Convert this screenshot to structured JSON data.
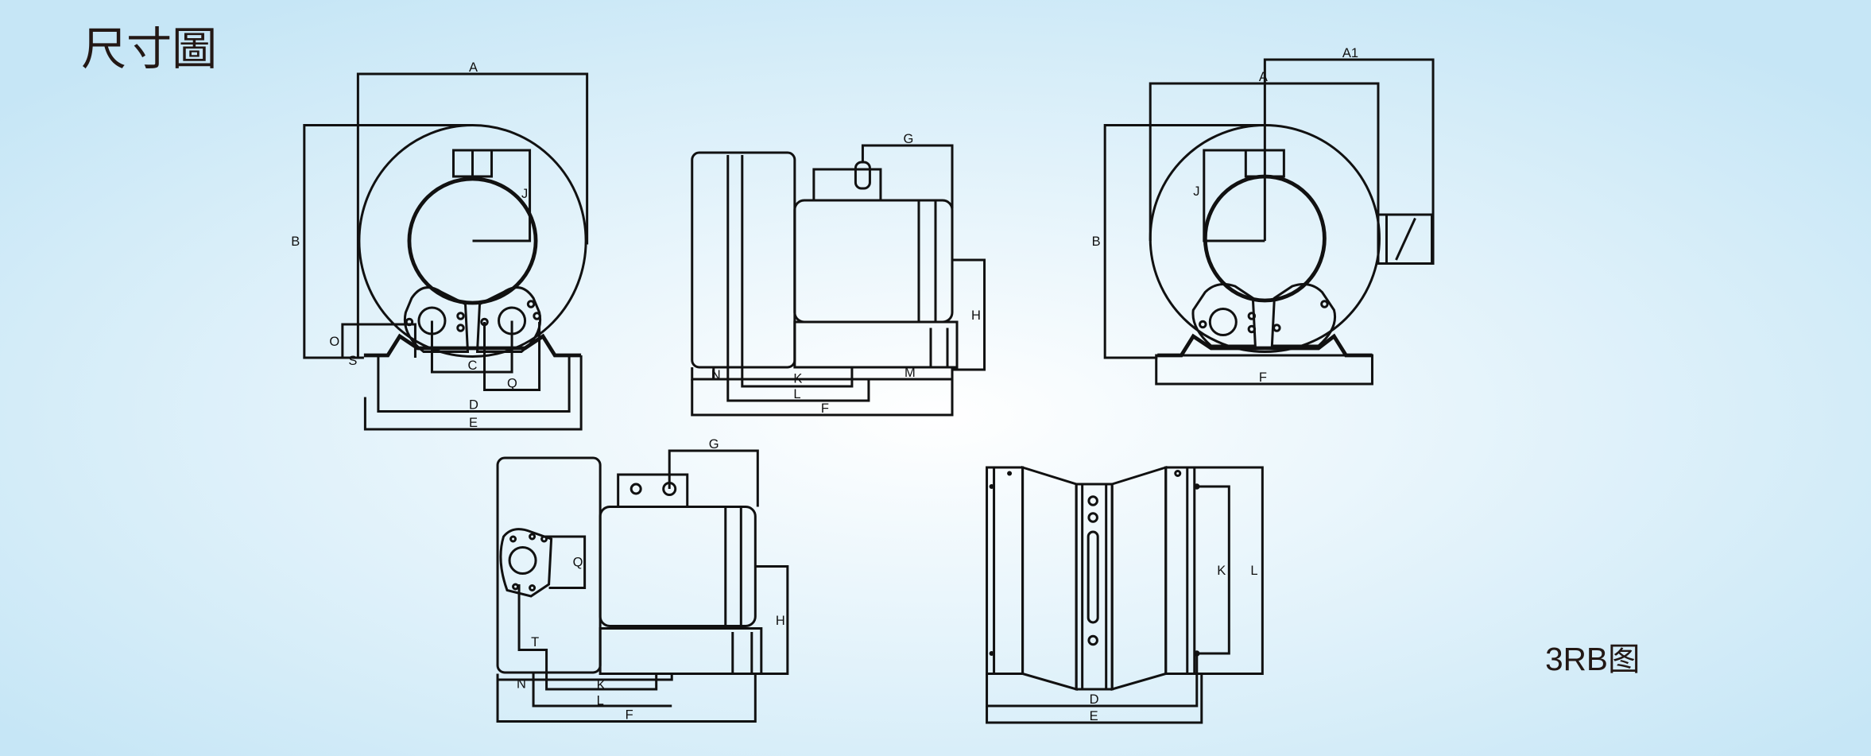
{
  "title": "尺寸圖",
  "caption": "3RB图",
  "colors": {
    "background_center": "#ffffff",
    "background_edge": "#c6e6f6",
    "line": "#111111"
  },
  "views": {
    "front_left": {
      "labels": {
        "A": "A",
        "B": "B",
        "C": "C",
        "D": "D",
        "E": "E",
        "O": "O",
        "Q": "Q",
        "S": "S",
        "J": "J"
      }
    },
    "side_top": {
      "labels": {
        "G": "G",
        "H": "H",
        "K": "K",
        "L": "L",
        "M": "M",
        "N": "N",
        "F": "F"
      }
    },
    "front_right": {
      "labels": {
        "A1": "A1",
        "A": "A",
        "B": "B",
        "J": "J",
        "F": "F"
      }
    },
    "side_bottom": {
      "labels": {
        "G": "G",
        "Q": "Q",
        "H": "H",
        "T": "T",
        "N": "N",
        "K": "K",
        "L": "L",
        "F": "F"
      }
    },
    "base_top": {
      "labels": {
        "D": "D",
        "E": "E",
        "K": "K",
        "L": "L"
      }
    }
  }
}
